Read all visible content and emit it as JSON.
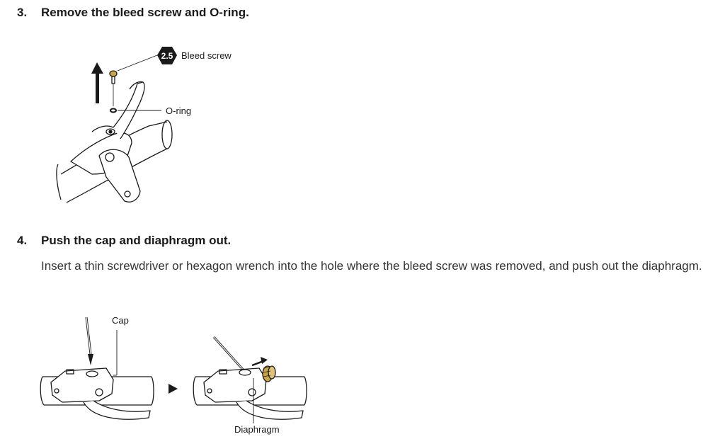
{
  "steps": [
    {
      "number": "3.",
      "title": "Remove the bleed screw and O-ring."
    },
    {
      "number": "4.",
      "title": "Push the cap and diaphragm out.",
      "description": "Insert a thin screwdriver or hexagon wrench into the hole where the bleed screw was removed, and push out the diaphragm."
    }
  ],
  "figure1": {
    "tool_size": "2.5",
    "labels": {
      "bleed_screw": "Bleed screw",
      "o_ring": "O-ring"
    }
  },
  "figure2": {
    "labels": {
      "cap": "Cap",
      "diaphragm": "Diaphragm"
    }
  },
  "colors": {
    "brass": "#c9a64a",
    "line": "#1a1a1a"
  }
}
